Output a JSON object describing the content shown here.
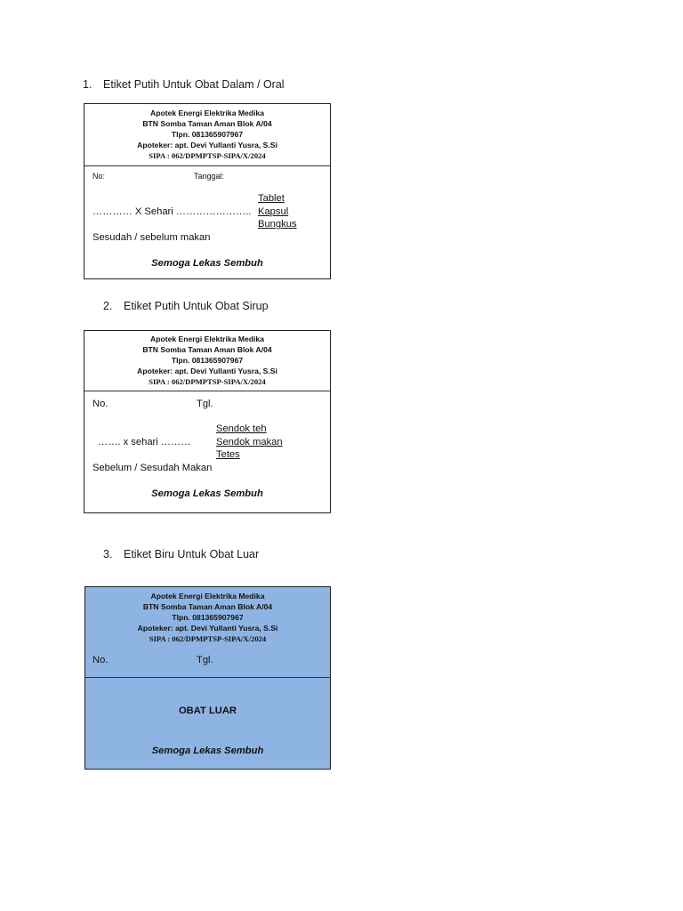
{
  "sections": [
    {
      "number": "1.",
      "title": "Etiket Putih Untuk Obat Dalam / Oral",
      "label": {
        "background": "#ffffff",
        "header": {
          "pharmacy_name": "Apotek Energi Elektrika Medika",
          "address": "BTN Somba Taman Aman Blok A/04",
          "phone": "Tlpn. 081365907967",
          "pharmacist": "Apoteker: apt.  Devi Yullanti Yusra, S.Si",
          "sipa": "SIPA : 062/DPMPTSP-SIPA/X/2024"
        },
        "no_label": "No:",
        "date_label": "Tanggal:",
        "dosage": "………… X Sehari …………………..",
        "forms": [
          "Tablet",
          "Kapsul",
          "Bungkus"
        ],
        "timing": "Sesudah / sebelum makan",
        "closing": "Semoga Lekas Sembuh"
      }
    },
    {
      "number": "2.",
      "title": "Etiket Putih Untuk Obat Sirup",
      "label": {
        "background": "#ffffff",
        "header": {
          "pharmacy_name": "Apotek Energi Elektrika Medika",
          "address": "BTN Somba Taman Aman Blok A/04",
          "phone": "Tlpn. 081365907967",
          "pharmacist": "Apoteker: apt.  Devi Yullanti Yusra, S.Si",
          "sipa": "SIPA : 062/DPMPTSP-SIPA/X/2024"
        },
        "no_label": "No.",
        "date_label": "Tgl.",
        "dosage": "……. x sehari ………",
        "forms": [
          "Sendok teh",
          "Sendok makan",
          "Tetes"
        ],
        "timing": "Sebelum / Sesudah Makan",
        "closing": "Semoga Lekas Sembuh"
      }
    },
    {
      "number": "3.",
      "title": "Etiket Biru Untuk Obat Luar",
      "label": {
        "background": "#8eb4e3",
        "header": {
          "pharmacy_name": "Apotek Energi Elektrika Medika",
          "address": "BTN Somba Taman Aman Blok A/04",
          "phone": "Tlpn. 081365907967",
          "pharmacist": "Apoteker: apt.  Devi Yullanti Yusra, S.Si",
          "sipa": "SIPA : 062/DPMPTSP-SIPA/X/2024"
        },
        "no_label": "No.",
        "date_label": "Tgl.",
        "usage": "OBAT LUAR",
        "closing": "Semoga Lekas Sembuh"
      }
    }
  ]
}
